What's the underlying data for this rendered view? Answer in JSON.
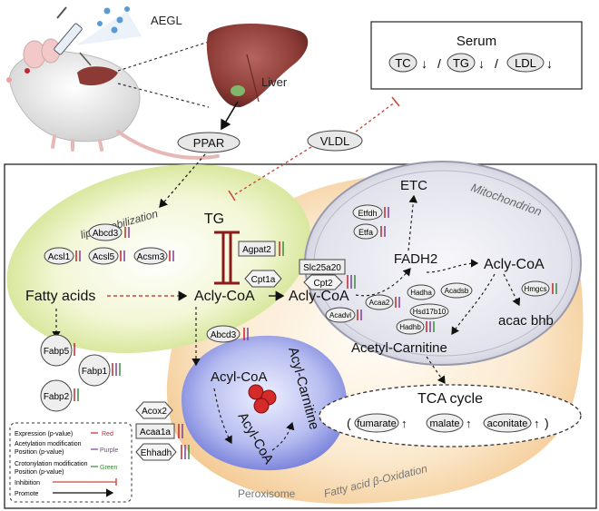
{
  "top": {
    "aegl_label": "AEGL",
    "liver_label": "Liver",
    "ppar_label": "PPAR",
    "vldl_label": "VLDL"
  },
  "serum": {
    "title": "Serum",
    "markers": [
      "TC",
      "TG",
      "LDL"
    ],
    "separator": "/",
    "arrow": "↓"
  },
  "main": {
    "lipid_mobilization": "lipid mobilization",
    "tg": "TG",
    "fatty_acids": "Fatty acids",
    "acly_coa_cyto": "Acly-CoA",
    "acly_coa_mito_in": "Acly-CoA",
    "acly_coa_mito_out": "Acly-CoA",
    "etc": "ETC",
    "fadh2": "FADH2",
    "mitochondrion": "Mitochondrion",
    "acetyl_carnitine": "Acetyl-Carnitine",
    "acac_bhb": "acac bhb",
    "tca_cycle": "TCA cycle",
    "tca_metabolites": [
      "fumarate",
      "malate",
      "aconitate"
    ],
    "tca_open": "(",
    "tca_close": ")",
    "peroxisome": "Peroxisome",
    "fatty_acid_oxidation": "Fatty acid β-Oxidation",
    "perox_acyl_coa_1": "Acyl-CoA",
    "perox_acyl_coa_2": "Acyl-CoA",
    "perox_acyl_carnitine": "Acyl-Carnitine"
  },
  "genes": {
    "abcd3_top": "Abcd3",
    "acsl1": "Acsl1",
    "acsl5": "Acsl5",
    "acsm3": "Acsm3",
    "agpat2": "Agpat2",
    "cpt1a": "Cpt1a",
    "slc25a20": "Slc25a20",
    "cpt2": "Cpt2",
    "etfdh": "Etfdh",
    "etfa": "Etfa",
    "acaa2": "Acaa2",
    "hadha": "Hadha",
    "acadsb": "Acadsb",
    "acadvl": "Acadvl",
    "hsd17b10": "Hsd17b10",
    "hadhb": "Hadhb",
    "hmgcs": "Hmgcs",
    "abcd3_mid": "Abcd3",
    "fabp5": "Fabp5",
    "fabp1": "Fabp1",
    "fabp2": "Fabp2",
    "acox2": "Acox2",
    "acaa1a": "Acaa1a",
    "ehhadh": "Ehhadh"
  },
  "legend": {
    "expression": "Expression (p-value)",
    "expression_color_name": "Red",
    "acetylation_1": "Acetylation modification",
    "acetylation_2": "Position (p-value)",
    "acetylation_color_name": "Purple",
    "crotonylation_1": "Crotonylation modification",
    "crotonylation_2": "Position (p-value)",
    "crotonylation_color_name": "Green",
    "inhibition": "Inhibition",
    "promote": "Promote"
  },
  "colors": {
    "red": "#c0272d",
    "purple": "#7b3f98",
    "green": "#3a8a3a",
    "inhibit": "#c84a3a"
  }
}
